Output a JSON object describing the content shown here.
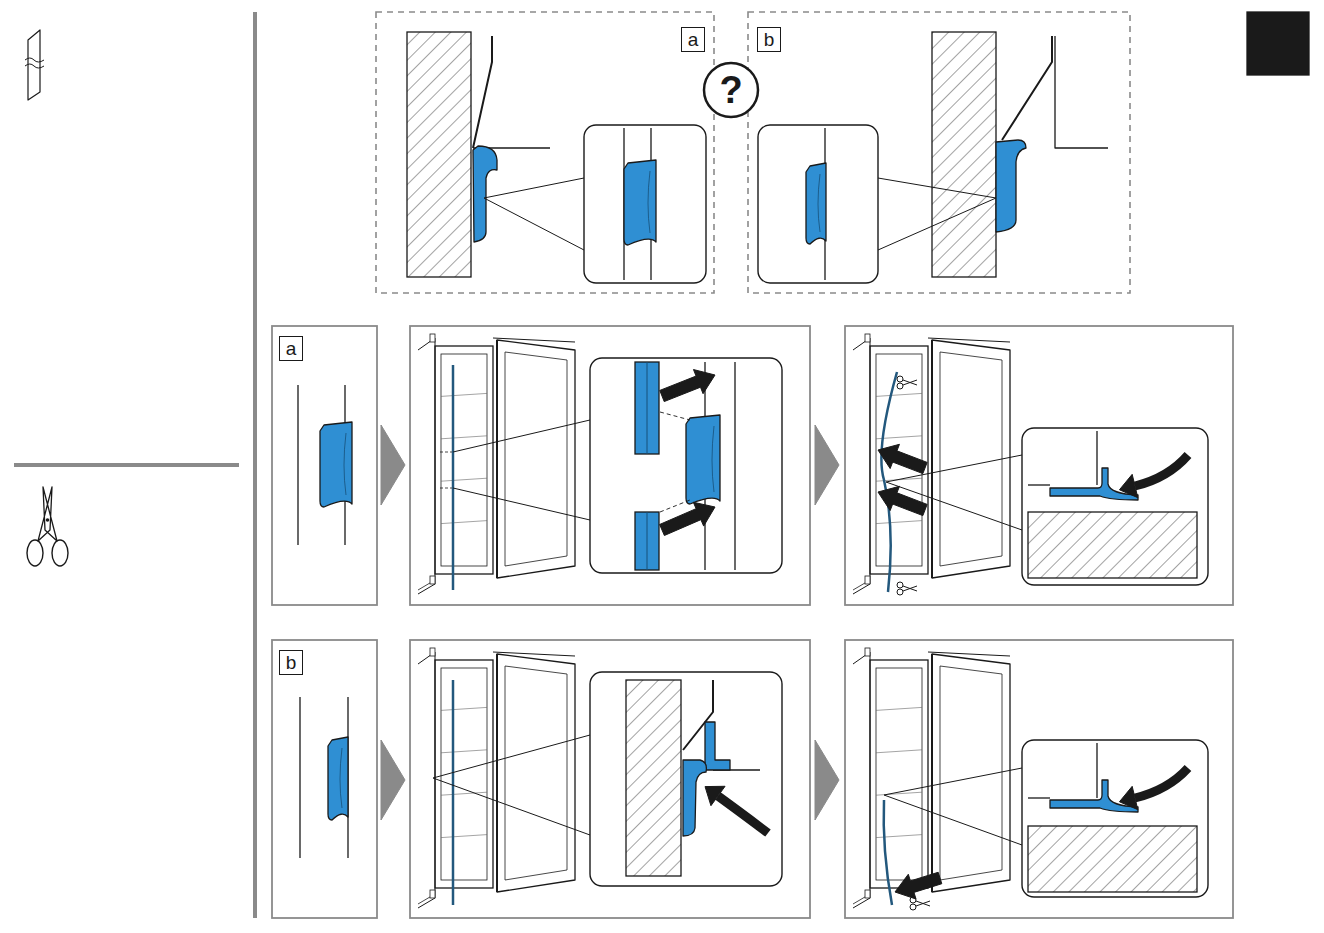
{
  "diagram": {
    "nodes": [
      {
        "text": [
          "a"
        ]
      },
      {
        "text": [
          "?"
        ]
      },
      {
        "text": [
          "b"
        ]
      },
      {
        "text": [
          "a"
        ]
      },
      {
        "text": [
          "b"
        ]
      }
    ]
  }
}
